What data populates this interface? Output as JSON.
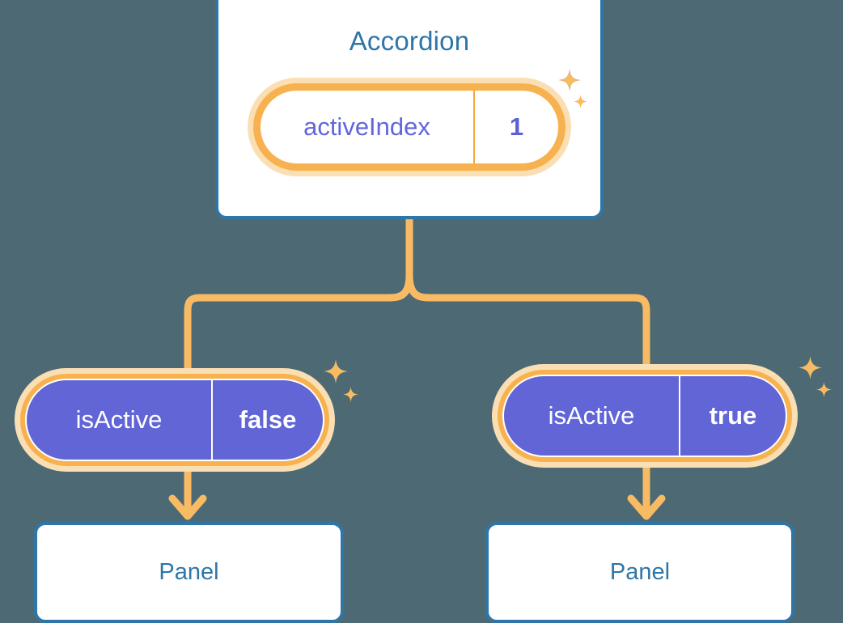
{
  "background_color": "#4d6a74",
  "palette": {
    "card_border": "#2e76a8",
    "title_text": "#2e76a8",
    "pill_orange": "#f7b24f",
    "pill_halo": "#fbdfb4",
    "pill_purple": "#6165d6",
    "value_purple": "#5b5fd9",
    "connector": "#f8bb63",
    "white": "#ffffff"
  },
  "diagram": {
    "root": {
      "title": "Accordion",
      "state": {
        "key": "activeIndex",
        "value": "1"
      }
    },
    "branches": [
      {
        "state": {
          "key": "isActive",
          "value": "false"
        },
        "child": {
          "title": "Panel"
        }
      },
      {
        "state": {
          "key": "isActive",
          "value": "true"
        },
        "child": {
          "title": "Panel"
        }
      }
    ]
  },
  "icons": {
    "sparkle": "sparkle-icon",
    "arrow_down": "arrow-down-icon"
  }
}
